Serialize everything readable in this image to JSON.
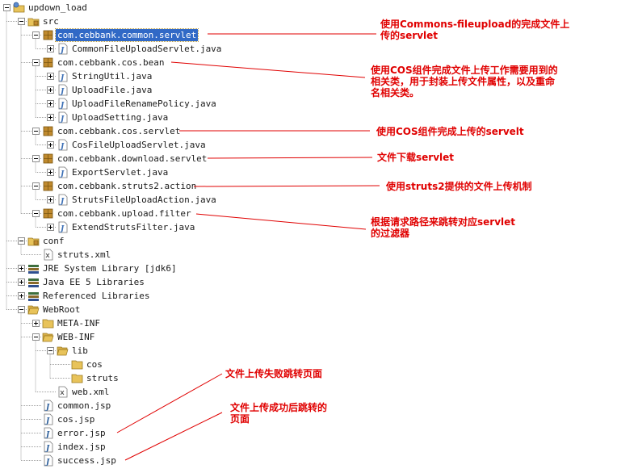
{
  "tree": {
    "rows": [
      {
        "label": "updown_load",
        "icon": "project-icon",
        "expander": "minus"
      },
      {
        "label": "src",
        "icon": "source-folder-icon",
        "expander": "minus"
      },
      {
        "label": "com.cebbank.common.servlet",
        "icon": "package-icon",
        "expander": "minus",
        "selected": true
      },
      {
        "label": "CommonFileUploadServlet.java",
        "icon": "java-file-icon",
        "expander": "plus"
      },
      {
        "label": "com.cebbank.cos.bean",
        "icon": "package-icon",
        "expander": "minus"
      },
      {
        "label": "StringUtil.java",
        "icon": "java-file-icon",
        "expander": "plus"
      },
      {
        "label": "UploadFile.java",
        "icon": "java-file-icon",
        "expander": "plus"
      },
      {
        "label": "UploadFileRenamePolicy.java",
        "icon": "java-file-icon",
        "expander": "plus"
      },
      {
        "label": "UploadSetting.java",
        "icon": "java-file-icon",
        "expander": "plus"
      },
      {
        "label": "com.cebbank.cos.servlet",
        "icon": "package-icon",
        "expander": "minus"
      },
      {
        "label": "CosFileUploadServlet.java",
        "icon": "java-file-icon",
        "expander": "plus"
      },
      {
        "label": "com.cebbank.download.servlet",
        "icon": "package-icon",
        "expander": "minus"
      },
      {
        "label": "ExportServlet.java",
        "icon": "java-file-icon",
        "expander": "plus"
      },
      {
        "label": "com.cebbank.struts2.action",
        "icon": "package-icon",
        "expander": "minus"
      },
      {
        "label": "StrutsFileUploadAction.java",
        "icon": "java-file-icon",
        "expander": "plus"
      },
      {
        "label": "com.cebbank.upload.filter",
        "icon": "package-icon",
        "expander": "minus"
      },
      {
        "label": "ExtendStrutsFilter.java",
        "icon": "java-file-icon",
        "expander": "plus"
      },
      {
        "label": "conf",
        "icon": "source-folder-icon",
        "expander": "minus"
      },
      {
        "label": "struts.xml",
        "icon": "xml-file-icon",
        "expander": "none"
      },
      {
        "label": "JRE System Library [jdk6]",
        "icon": "library-icon",
        "expander": "plus"
      },
      {
        "label": "Java EE 5 Libraries",
        "icon": "library-icon",
        "expander": "plus"
      },
      {
        "label": "Referenced Libraries",
        "icon": "library-icon",
        "expander": "plus"
      },
      {
        "label": "WebRoot",
        "icon": "folder-open-icon",
        "expander": "minus"
      },
      {
        "label": "META-INF",
        "icon": "folder-icon",
        "expander": "plus"
      },
      {
        "label": "WEB-INF",
        "icon": "folder-open-icon",
        "expander": "minus"
      },
      {
        "label": "lib",
        "icon": "folder-open-icon",
        "expander": "minus"
      },
      {
        "label": "cos",
        "icon": "folder-icon",
        "expander": "none"
      },
      {
        "label": "struts",
        "icon": "folder-icon",
        "expander": "none"
      },
      {
        "label": "web.xml",
        "icon": "xml-file-icon",
        "expander": "none"
      },
      {
        "label": "common.jsp",
        "icon": "jsp-file-icon",
        "expander": "none"
      },
      {
        "label": "cos.jsp",
        "icon": "jsp-file-icon",
        "expander": "none"
      },
      {
        "label": "error.jsp",
        "icon": "jsp-file-icon",
        "expander": "none"
      },
      {
        "label": "index.jsp",
        "icon": "jsp-file-icon",
        "expander": "none"
      },
      {
        "label": "success.jsp",
        "icon": "jsp-file-icon",
        "expander": "none"
      }
    ]
  },
  "annotations": [
    {
      "text": "使用Commons-fileupload的完成文件上\n传的servlet"
    },
    {
      "text": "使用COS组件完成文件上传工作需要用到的\n相关类，用于封装上传文件属性，以及重命\n名相关类。"
    },
    {
      "text": "使用COS组件完成上传的servelt"
    },
    {
      "text": "文件下载servlet"
    },
    {
      "text": "使用struts2提供的文件上传机制"
    },
    {
      "text": "根据请求路径来跳转对应servlet\n的过滤器"
    },
    {
      "text": "文件上传失败跳转页面"
    },
    {
      "text": "文件上传成功后跳转的\n页面"
    }
  ],
  "colors": {
    "annotation": "#e00000",
    "selection": "#3169c6",
    "package": "#c08a2e",
    "folder": "#e8c35a",
    "java": "#3c6fb5"
  }
}
